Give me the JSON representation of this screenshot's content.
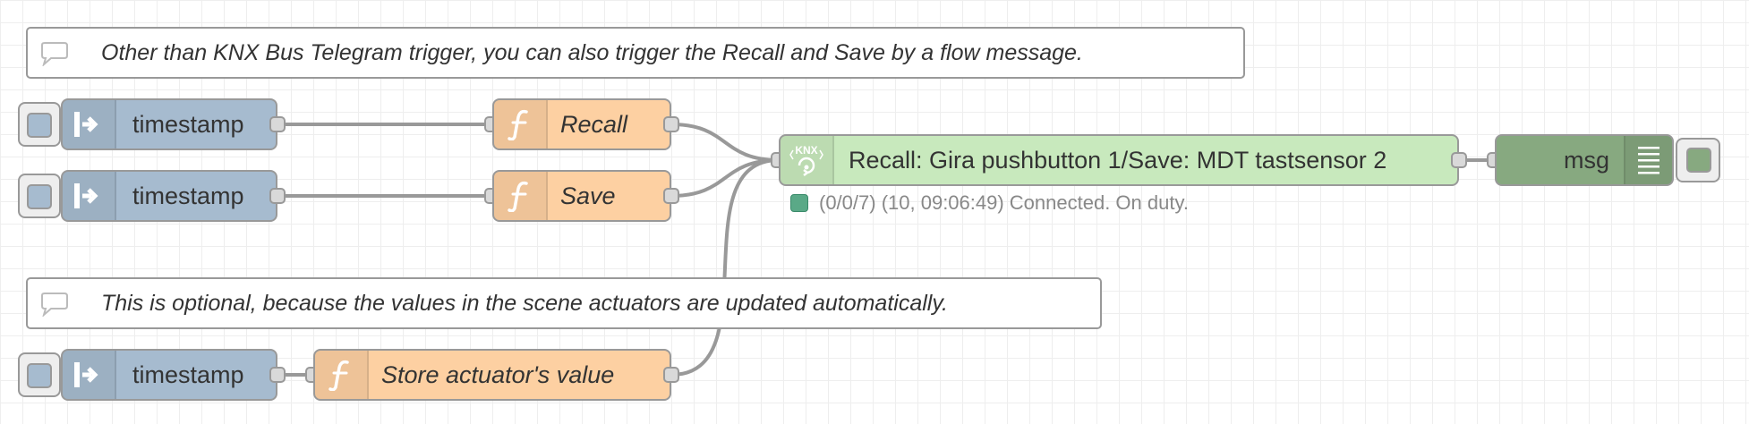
{
  "comments": [
    {
      "text": "Other than KNX Bus Telegram trigger, you can also trigger the Recall and Save by a flow message."
    },
    {
      "text": "This is optional, because the values in the scene actuators are updated automatically."
    }
  ],
  "inject_nodes": [
    {
      "label": "timestamp",
      "icon": "arrow-in-icon"
    },
    {
      "label": "timestamp",
      "icon": "arrow-in-icon"
    },
    {
      "label": "timestamp",
      "icon": "arrow-in-icon"
    }
  ],
  "function_nodes": [
    {
      "label": "Recall",
      "icon": "function-icon"
    },
    {
      "label": "Save",
      "icon": "function-icon"
    },
    {
      "label": "Store actuator's value",
      "icon": "function-icon"
    }
  ],
  "knx_node": {
    "label": "Recall: Gira pushbutton 1/Save: MDT tastsensor 2",
    "icon": "knx-scene-icon",
    "status": {
      "text": "(0/0/7) (10, 09:06:49) Connected. On duty.",
      "color": "#5aa987"
    }
  },
  "debug_node": {
    "label": "msg",
    "icon": "list-icon"
  },
  "colors": {
    "inject": "#a6bbcf",
    "function": "#fdd0a2",
    "knx": "#c8e9bd",
    "debug": "#87a980",
    "wire": "#999999"
  }
}
